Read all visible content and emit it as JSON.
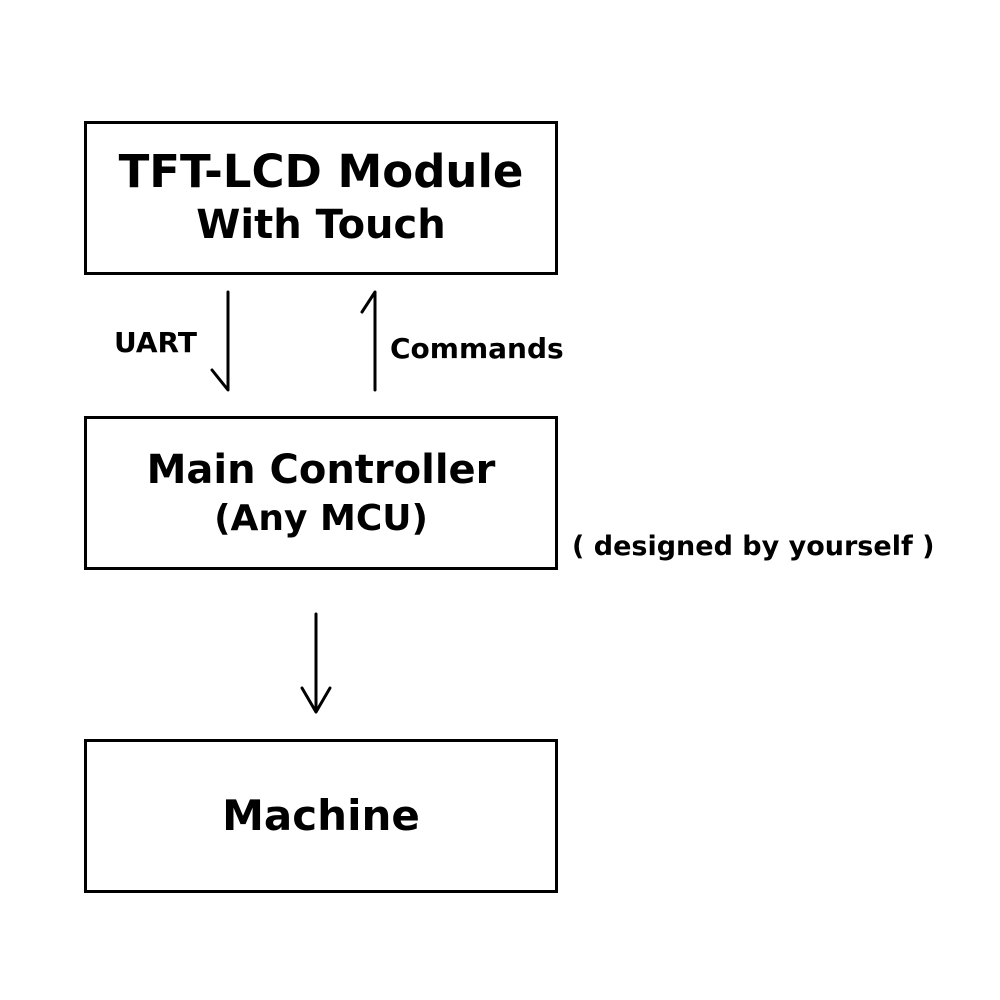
{
  "blocks": {
    "tft": {
      "line1": "TFT-LCD Module",
      "line2": "With Touch"
    },
    "main": {
      "line1": "Main Controller",
      "line2": "(Any MCU)"
    },
    "machine": {
      "line1": "Machine"
    }
  },
  "labels": {
    "uart": "UART",
    "commands": "Commands",
    "designed": "( designed by yourself )"
  },
  "colors": {
    "stroke": "#000000",
    "background": "#ffffff"
  }
}
